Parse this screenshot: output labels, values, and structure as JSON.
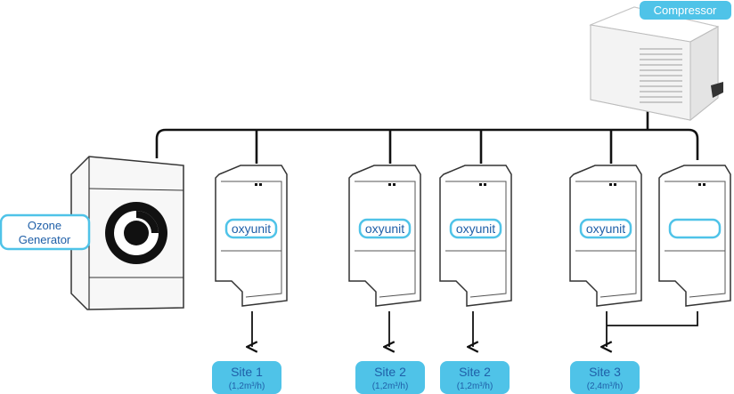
{
  "compressor": {
    "label": "Compressor"
  },
  "ozone_generator": {
    "label_line1": "Ozone",
    "label_line2": "Generator"
  },
  "units": [
    {
      "label": "oxyunit"
    },
    {
      "label": "oxyunit"
    },
    {
      "label": "oxyunit"
    },
    {
      "label": "oxyunit"
    },
    {
      "label": ""
    }
  ],
  "sites": [
    {
      "name": "Site 1",
      "flow": "(1,2m³/h)"
    },
    {
      "name": "Site 2",
      "flow": "(1,2m³/h)"
    },
    {
      "name": "Site 2",
      "flow": "(1,2m³/h)"
    },
    {
      "name": "Site 3",
      "flow": "(2,4m³/h)"
    }
  ],
  "colors": {
    "accent": "#4fc3e8",
    "label_text": "#1f5fa8",
    "line": "#111111",
    "badge_text": "#ffffff"
  }
}
